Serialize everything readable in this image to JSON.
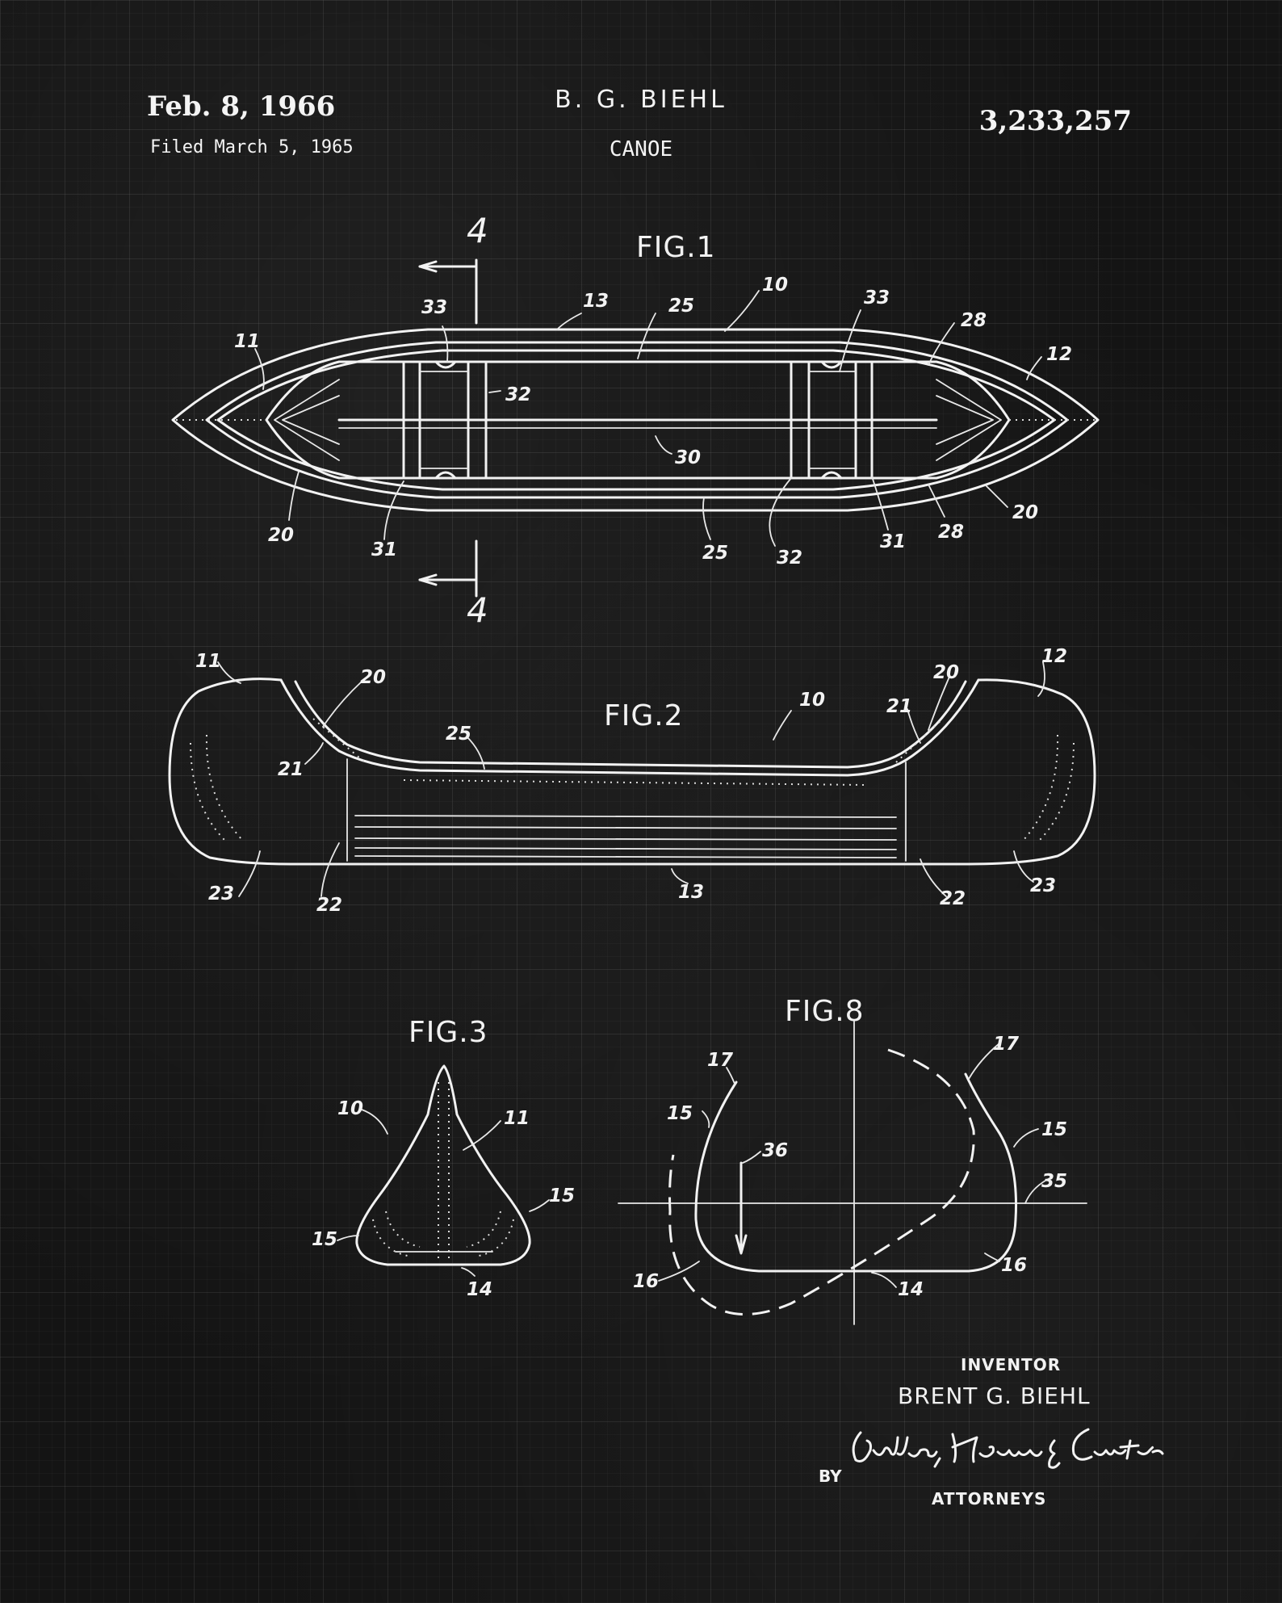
{
  "header": {
    "date": "Feb. 8, 1966",
    "filed": "Filed March 5, 1965",
    "inventor_name": "B. G. BIEHL",
    "title": "CANOE",
    "patent_number": "3,233,257"
  },
  "figures": {
    "fig1": {
      "label": "FIG.1",
      "section_marks": [
        "4",
        "4"
      ],
      "refs": [
        "11",
        "33",
        "13",
        "25",
        "10",
        "33",
        "28",
        "12",
        "32",
        "30",
        "20",
        "31",
        "25",
        "32",
        "31",
        "28",
        "20"
      ]
    },
    "fig2": {
      "label": "FIG.2",
      "refs": [
        "11",
        "20",
        "25",
        "10",
        "20",
        "12",
        "21",
        "21",
        "23",
        "22",
        "13",
        "22",
        "23"
      ]
    },
    "fig3": {
      "label": "FIG.3",
      "refs": [
        "10",
        "11",
        "15",
        "15",
        "14"
      ]
    },
    "fig8": {
      "label": "FIG.8",
      "refs": [
        "17",
        "17",
        "15",
        "36",
        "15",
        "35",
        "16",
        "14",
        "16"
      ]
    }
  },
  "signature": {
    "inventor_label": "INVENTOR",
    "inventor_full": "BRENT G. BIEHL",
    "by_label": "BY",
    "attorneys_label": "ATTORNEYS",
    "handwritten": "Gullen, Homan & Cantor"
  },
  "colors": {
    "background": "#141414",
    "ink": "#f2f2f2"
  }
}
